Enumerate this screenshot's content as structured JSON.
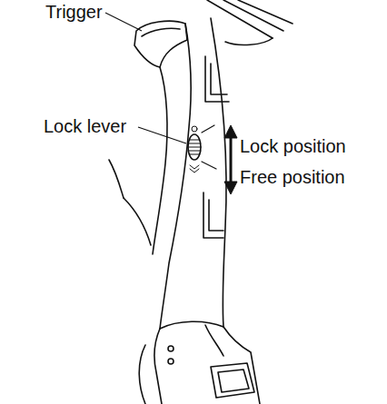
{
  "diagram": {
    "labels": [
      "Trigger",
      "Lock lever",
      "Lock position",
      "Free position"
    ]
  }
}
